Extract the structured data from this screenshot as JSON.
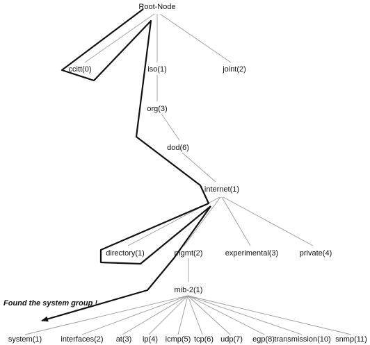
{
  "nodes": {
    "root": "Root-Node",
    "ccitt": "ccitt(0)",
    "iso": "iso(1)",
    "joint": "joint(2)",
    "org": "org(3)",
    "dod": "dod(6)",
    "internet": "internet(1)",
    "directory": "directory(1)",
    "mgmt": "mgmt(2)",
    "experimental": "experimental(3)",
    "private": "private(4)",
    "mib2": "mib-2(1)",
    "system": "system(1)",
    "interfaces": "interfaces(2)",
    "at": "at(3)",
    "ip": "ip(4)",
    "icmp": "icmp(5)",
    "tcp": "tcp(6)",
    "udp": "udp(7)",
    "egp": "egp(8)",
    "transmission": "transmission(10)",
    "snmp": "snmp(11)"
  },
  "caption": "Found the system group !",
  "colors": {
    "edge": "#9a9a9a",
    "path": "#111111",
    "text": "#111111"
  }
}
